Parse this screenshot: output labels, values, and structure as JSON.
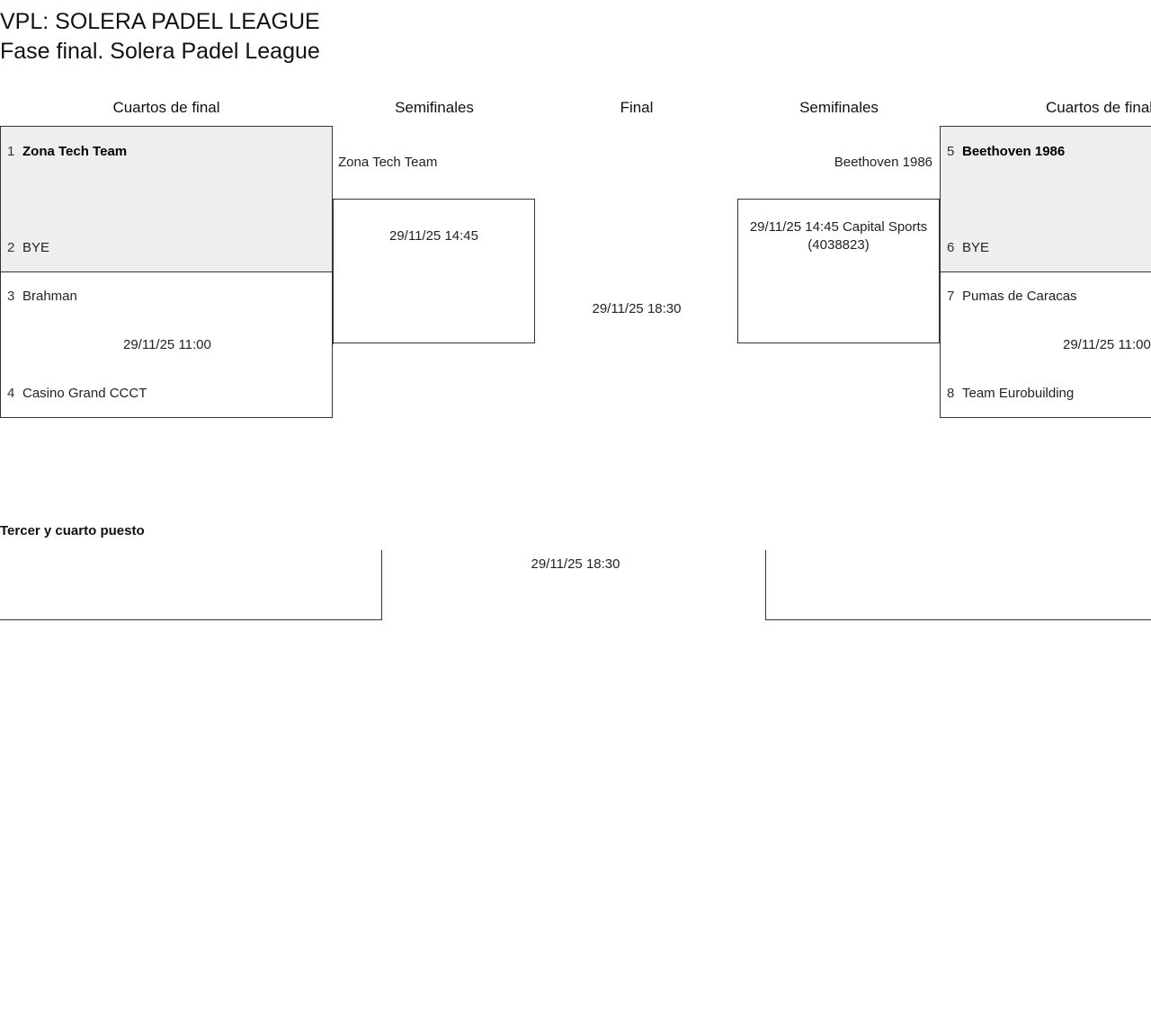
{
  "header": {
    "tournament_title": "VPL: SOLERA PADEL LEAGUE",
    "phase_title": "Fase final. Solera Padel League"
  },
  "rounds": [
    {
      "id": "qf-left",
      "label": "Cuartos de final"
    },
    {
      "id": "sf-left",
      "label": "Semifinales"
    },
    {
      "id": "final",
      "label": "Final"
    },
    {
      "id": "sf-right",
      "label": "Semifinales"
    },
    {
      "id": "qf-right",
      "label": "Cuartos de final"
    }
  ],
  "bracket": {
    "quarterfinals_left": [
      {
        "id": "qf1",
        "highlighted": true,
        "date": "",
        "participants": [
          {
            "seed": "1",
            "team": "Zona Tech Team",
            "winner": true
          },
          {
            "seed": "2",
            "team": "BYE",
            "winner": false
          }
        ]
      },
      {
        "id": "qf2",
        "highlighted": false,
        "date": "29/11/25 11:00",
        "participants": [
          {
            "seed": "3",
            "team": "Brahman",
            "winner": false
          },
          {
            "seed": "4",
            "team": "Casino Grand CCCT",
            "winner": false
          }
        ]
      }
    ],
    "quarterfinals_right": [
      {
        "id": "qf3",
        "highlighted": true,
        "date": "",
        "participants": [
          {
            "seed": "5",
            "team": "Beethoven 1986",
            "winner": true
          },
          {
            "seed": "6",
            "team": "BYE",
            "winner": false
          }
        ]
      },
      {
        "id": "qf4",
        "highlighted": false,
        "date": "29/11/25 11:00",
        "participants": [
          {
            "seed": "7",
            "team": "Pumas de Caracas",
            "winner": false
          },
          {
            "seed": "8",
            "team": "Team Eurobuilding",
            "winner": false
          }
        ]
      }
    ],
    "semifinal_left": {
      "id": "sf1",
      "advancing_team": "Zona Tech Team",
      "info": "29/11/25 14:45"
    },
    "semifinal_right": {
      "id": "sf2",
      "advancing_team": "Beethoven 1986",
      "info": "29/11/25 14:45 Capital Sports (4038823)"
    },
    "final": {
      "id": "final",
      "info": "29/11/25 18:30"
    }
  },
  "third_place": {
    "title": "Tercer y cuarto puesto",
    "info": "29/11/25 18:30"
  },
  "colors": {
    "highlight_background": "#eeeeee",
    "border": "#333333",
    "text": "#222222",
    "page_background": "#ffffff"
  }
}
